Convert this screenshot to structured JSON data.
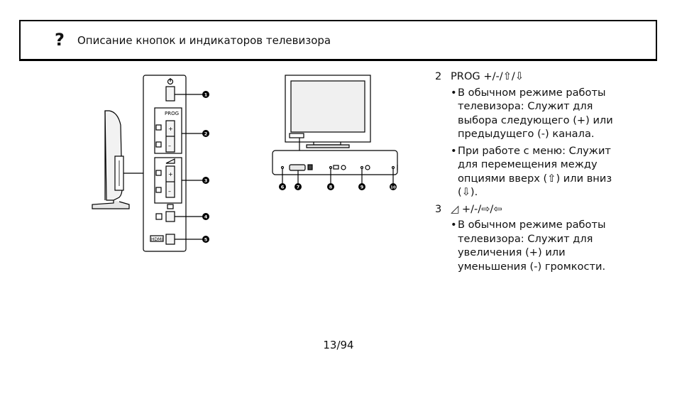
{
  "header": {
    "icon": "question-icon",
    "help_symbol": "?",
    "title": "Описание кнопок и индикаторов телевизора"
  },
  "figure": {
    "prog_label": "PROG",
    "button_plus": "+",
    "button_minus": "–",
    "hdmi_label": "HDMI",
    "callouts": [
      "1",
      "2",
      "3",
      "4",
      "5",
      "6",
      "7",
      "8",
      "9",
      "10"
    ]
  },
  "items": [
    {
      "number": "2",
      "title": "PROG +/-/⇧/⇩",
      "bullets": [
        "В обычном режиме работы телевизора: Служит для выбора следующего (+) или предыдущего (-) канала.",
        "При работе с меню: Служит для перемещения между опциями вверх (⇧) или вниз (⇩)."
      ]
    },
    {
      "number": "3",
      "title": "◿ +/-/⇨/⇦",
      "bullets": [
        "В обычном режиме работы телевизора: Служит для увеличения (+) или уменьшения (-) громкости."
      ]
    }
  ],
  "page_number": "13/94"
}
